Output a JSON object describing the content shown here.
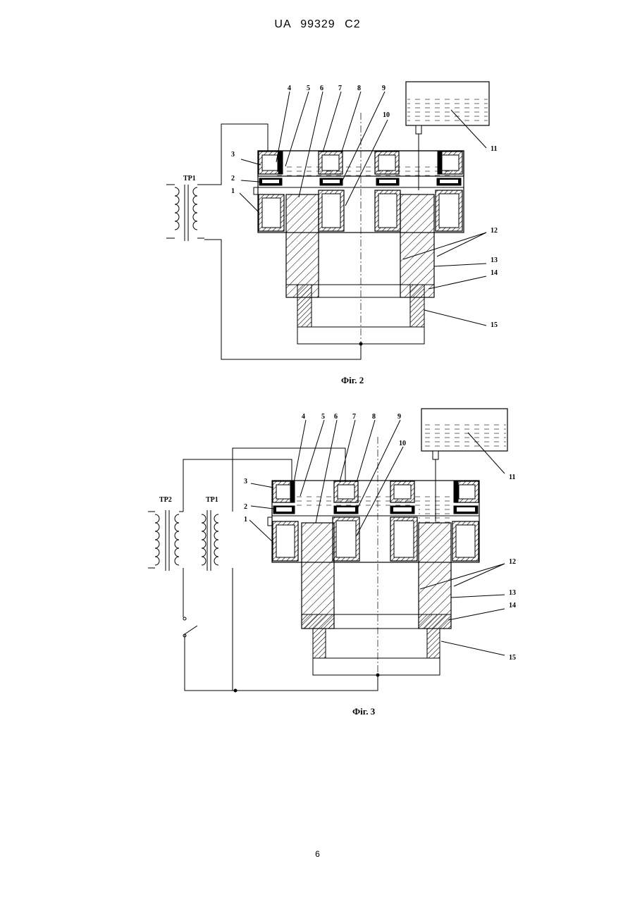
{
  "header": {
    "patent_number": "UA   99329   C2"
  },
  "figures": [
    {
      "caption": "Фіг. 2",
      "transformers": [
        "TP1"
      ],
      "labels": [
        "1",
        "2",
        "3",
        "4",
        "5",
        "6",
        "7",
        "8",
        "9",
        "10",
        "11",
        "12",
        "13",
        "14",
        "15"
      ]
    },
    {
      "caption": "Фіг. 3",
      "transformers": [
        "TP2",
        "TP1"
      ],
      "labels": [
        "1",
        "2",
        "3",
        "4",
        "5",
        "6",
        "7",
        "8",
        "9",
        "10",
        "11",
        "12",
        "13",
        "14",
        "15"
      ]
    }
  ],
  "page_number": "6"
}
